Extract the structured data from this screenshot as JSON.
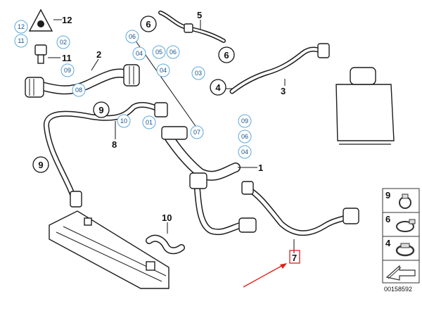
{
  "diagram_code": "00158592",
  "part_numbers": {
    "p1": "1",
    "p2": "2",
    "p3": "3",
    "p4": "4",
    "p5": "5",
    "p6a": "6",
    "p6b": "6",
    "p7": "7",
    "p8": "8",
    "p9a": "9",
    "p9b": "9",
    "p10": "10",
    "p11": "11",
    "p12": "12"
  },
  "ref_bubbles": {
    "b12": "12",
    "b11": "11",
    "b02": "02",
    "b09a": "09",
    "b08": "08",
    "b06a": "06",
    "b04a": "04",
    "b05": "05",
    "b06b": "06",
    "b04b": "04",
    "b03": "03",
    "b10": "10",
    "b01": "01",
    "b07": "07",
    "b09b": "09",
    "b06c": "06",
    "b04c": "04"
  },
  "legend": [
    {
      "number": "9",
      "icon": "spring-clamp-icon"
    },
    {
      "number": "6",
      "icon": "hose-clamp-icon"
    },
    {
      "number": "4",
      "icon": "worm-clamp-icon"
    }
  ],
  "colors": {
    "highlight": "#e0201a",
    "ref_bubble": "#5aa9dc",
    "line": "#1c1c1c"
  }
}
